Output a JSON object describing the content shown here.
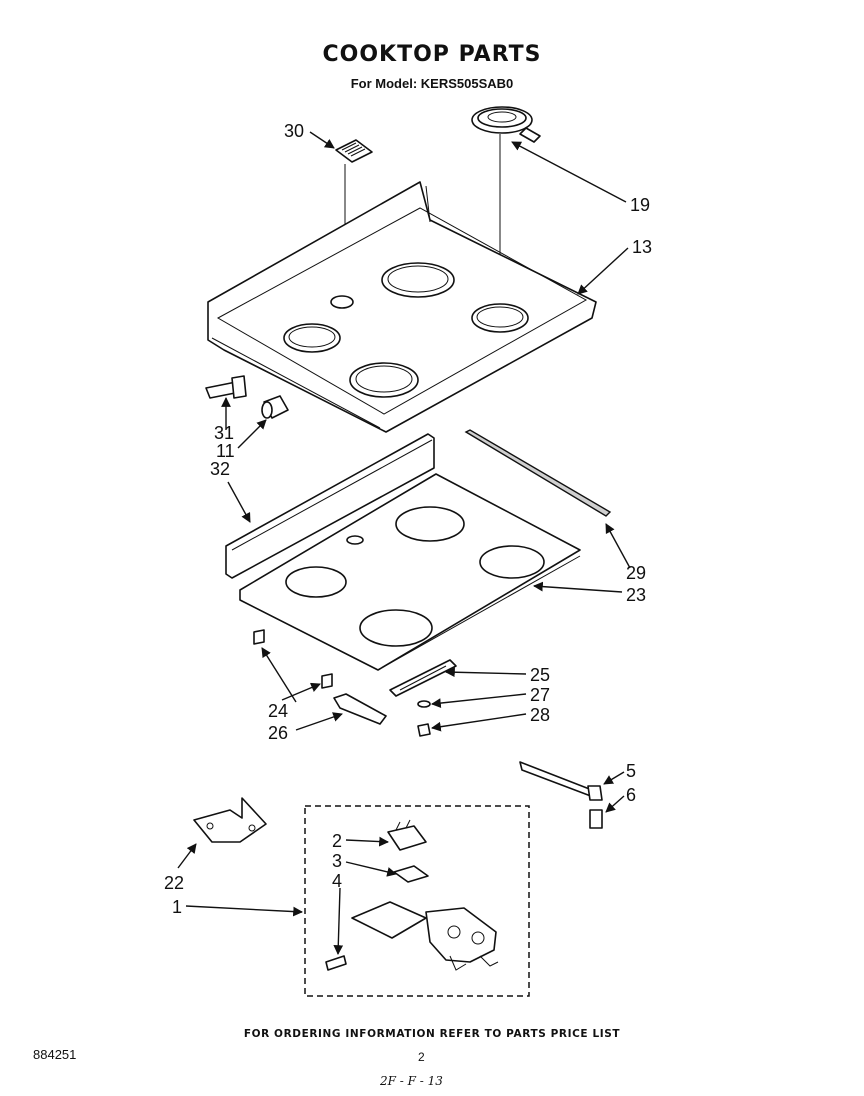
{
  "header": {
    "title": "COOKTOP PARTS",
    "subtitle": "For Model: KERS505SAB0"
  },
  "callouts": {
    "c30": "30",
    "c19": "19",
    "c13": "13",
    "c31": "31",
    "c11": "11",
    "c32": "32",
    "c29": "29",
    "c23": "23",
    "c25": "25",
    "c27": "27",
    "c28": "28",
    "c24": "24",
    "c26": "26",
    "c5": "5",
    "c6": "6",
    "c22": "22",
    "c2": "2",
    "c3": "3",
    "c4": "4",
    "c1": "1"
  },
  "footer": {
    "ordering_note": "FOR ORDERING INFORMATION REFER TO PARTS PRICE LIST",
    "doc_number": "884251",
    "page_number": "2",
    "handwritten": "2F - F - 13"
  }
}
